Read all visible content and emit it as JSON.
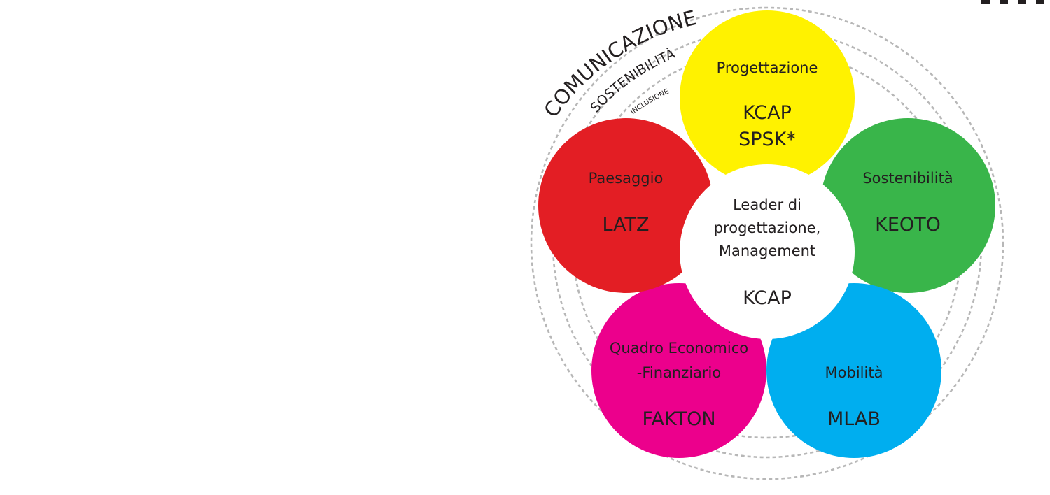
{
  "rings": {
    "outer_label": "COMUNICAZIONE",
    "middle_label": "SOSTENIBILITÀ",
    "inner_label": "INCLUSIONE"
  },
  "center": {
    "line1": "Leader di",
    "line2": "progettazione,",
    "line3": "Management",
    "partner": "KCAP",
    "color": "#ffffff"
  },
  "petals": [
    {
      "id": "progettazione",
      "topic": "Progettazione",
      "partner_line1": "KCAP",
      "partner_line2": "SPSK*",
      "color": "#fff200"
    },
    {
      "id": "sostenibilita",
      "topic": "Sostenibilità",
      "partner_line1": "KEOTO",
      "color": "#39b54a"
    },
    {
      "id": "mobilita",
      "topic": "Mobilità",
      "partner_line1": "MLAB",
      "color": "#00aeef"
    },
    {
      "id": "quadro-economico",
      "topic_line1": "Quadro Economico",
      "topic_line2": "-Finanziario",
      "partner_line1": "FAKTON",
      "color": "#ec008c"
    },
    {
      "id": "paesaggio",
      "topic": "Paesaggio",
      "partner_line1": "LATZ",
      "color": "#e31e24"
    }
  ],
  "colors": {
    "ring_stroke": "#b7b7b7",
    "text": "#231f20"
  }
}
